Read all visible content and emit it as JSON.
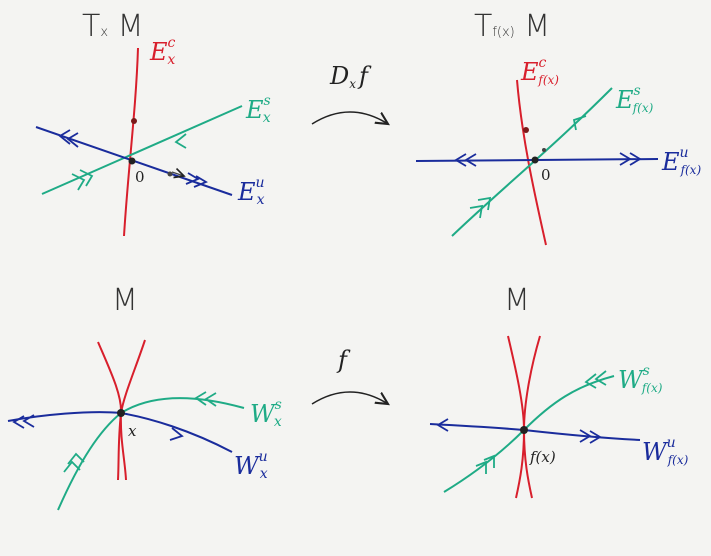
{
  "colors": {
    "center": "#d81f2c",
    "stable": "#1fab86",
    "unstable": "#1a2c9c",
    "ink": "#222222",
    "background": "#f4f4f2"
  },
  "top_left": {
    "title_main": "T",
    "title_sub": "x",
    "title_tail": "M",
    "origin": "0",
    "ec": {
      "base": "E",
      "sup": "c",
      "sub": "x"
    },
    "es": {
      "base": "E",
      "sup": "s",
      "sub": "x"
    },
    "eu": {
      "base": "E",
      "sup": "u",
      "sub": "x"
    }
  },
  "top_right": {
    "title_main": "T",
    "title_sub": "f(x)",
    "title_tail": "M",
    "origin": "0",
    "ec": {
      "base": "E",
      "sup": "c",
      "sub": "f(x)"
    },
    "es": {
      "base": "E",
      "sup": "s",
      "sub": "f(x)"
    },
    "eu": {
      "base": "E",
      "sup": "u",
      "sub": "f(x)"
    }
  },
  "top_map": {
    "base": "D",
    "sub": "x",
    "tail": "f"
  },
  "bottom_left": {
    "title": "M",
    "point": "x",
    "ws": {
      "base": "W",
      "sup": "s",
      "sub": "x"
    },
    "wu": {
      "base": "W",
      "sup": "u",
      "sub": "x"
    }
  },
  "bottom_right": {
    "title": "M",
    "point": "f(x)",
    "ws": {
      "base": "W",
      "sup": "s",
      "sub": "f(x)"
    },
    "wu": {
      "base": "W",
      "sup": "u",
      "sub": "f(x)"
    }
  },
  "bottom_map": {
    "label": "f"
  }
}
